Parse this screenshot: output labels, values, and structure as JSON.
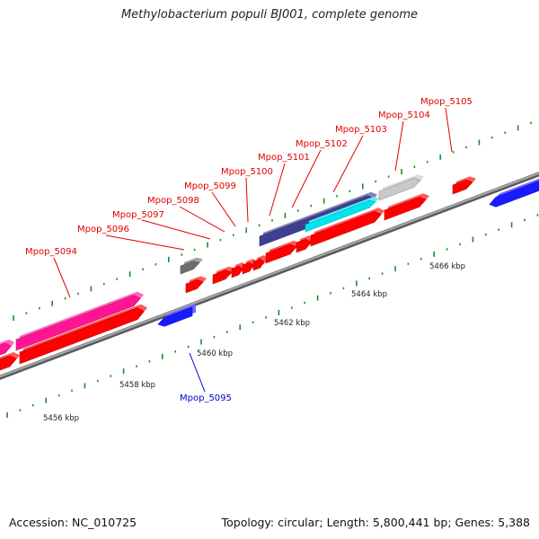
{
  "title": "Methylobacterium populi BJ001, complete genome",
  "footer": {
    "accession": "Accession: NC_010725",
    "topology": "Topology: circular; Length: 5,800,441 bp; Genes: 5,388"
  },
  "colors": {
    "backbone": "#808080",
    "cds_red": "#ff0000",
    "rna_pink": "#ff1493",
    "blue": "#1a1aff",
    "navy": "#3f3f8f",
    "cyan": "#00e5ee",
    "gray_light": "#c8c8c8",
    "gray_dark": "#6e6e6e",
    "tick": "#1f8f1f",
    "label_red": "#e00000",
    "label_blue": "#0000cc"
  },
  "kbp_labels": [
    "5456 kbp",
    "5458 kbp",
    "5460 kbp",
    "5462 kbp",
    "5464 kbp",
    "5466 kbp"
  ],
  "gene_labels": [
    {
      "name": "Mpop_5094",
      "color": "label_red"
    },
    {
      "name": "Mpop_5095",
      "color": "label_blue"
    },
    {
      "name": "Mpop_5096",
      "color": "label_red"
    },
    {
      "name": "Mpop_5097",
      "color": "label_red"
    },
    {
      "name": "Mpop_5098",
      "color": "label_red"
    },
    {
      "name": "Mpop_5099",
      "color": "label_red"
    },
    {
      "name": "Mpop_5100",
      "color": "label_red"
    },
    {
      "name": "Mpop_5101",
      "color": "label_red"
    },
    {
      "name": "Mpop_5102",
      "color": "label_red"
    },
    {
      "name": "Mpop_5103",
      "color": "label_red"
    },
    {
      "name": "Mpop_5104",
      "color": "label_red"
    },
    {
      "name": "Mpop_5105",
      "color": "label_red"
    }
  ]
}
